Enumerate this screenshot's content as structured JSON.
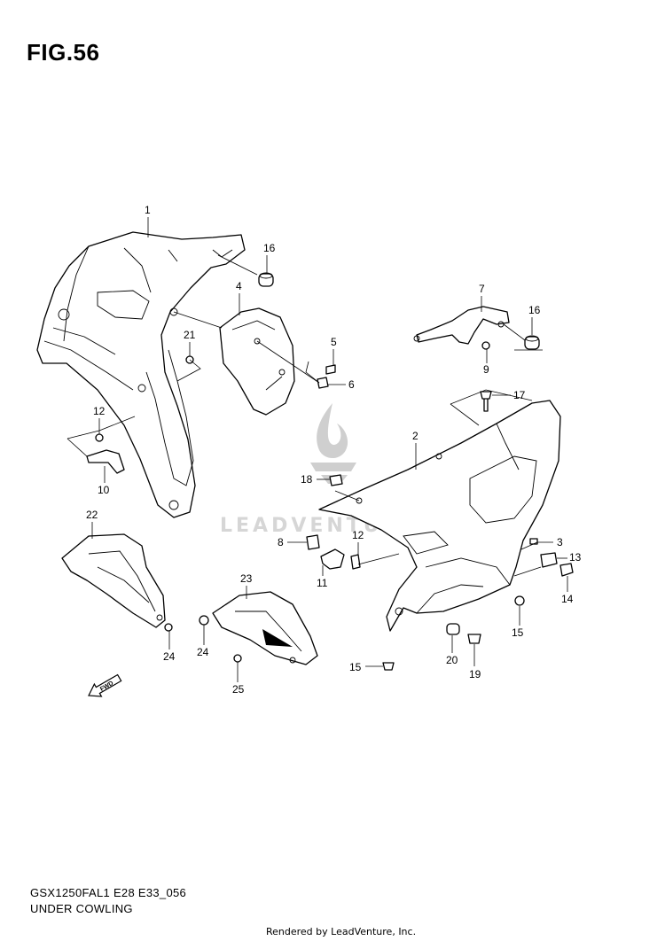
{
  "figure": {
    "title": "FIG.56",
    "model_code": "GSX1250FAL1 E28 E33_056",
    "section_title": "UNDER COWLING",
    "rendered_by": "Rendered by LeadVenture, Inc."
  },
  "watermark": {
    "text": "LEADVENTURE",
    "color": "#cfcfcf"
  },
  "direction_badge": {
    "label": "FWD"
  },
  "callouts": [
    {
      "id": "c1",
      "label": "1"
    },
    {
      "id": "c2",
      "label": "2"
    },
    {
      "id": "c3",
      "label": "3"
    },
    {
      "id": "c4",
      "label": "4"
    },
    {
      "id": "c5",
      "label": "5"
    },
    {
      "id": "c6",
      "label": "6"
    },
    {
      "id": "c7",
      "label": "7"
    },
    {
      "id": "c8",
      "label": "8"
    },
    {
      "id": "c9",
      "label": "9"
    },
    {
      "id": "c10",
      "label": "10"
    },
    {
      "id": "c11",
      "label": "11"
    },
    {
      "id": "c12a",
      "label": "12"
    },
    {
      "id": "c12b",
      "label": "12"
    },
    {
      "id": "c13",
      "label": "13"
    },
    {
      "id": "c14",
      "label": "14"
    },
    {
      "id": "c15a",
      "label": "15"
    },
    {
      "id": "c15b",
      "label": "15"
    },
    {
      "id": "c16a",
      "label": "16"
    },
    {
      "id": "c16b",
      "label": "16"
    },
    {
      "id": "c17",
      "label": "17"
    },
    {
      "id": "c18",
      "label": "18"
    },
    {
      "id": "c19",
      "label": "19"
    },
    {
      "id": "c20",
      "label": "20"
    },
    {
      "id": "c21",
      "label": "21"
    },
    {
      "id": "c22",
      "label": "22"
    },
    {
      "id": "c23",
      "label": "23"
    },
    {
      "id": "c24a",
      "label": "24"
    },
    {
      "id": "c24b",
      "label": "24"
    },
    {
      "id": "c25",
      "label": "25"
    }
  ]
}
